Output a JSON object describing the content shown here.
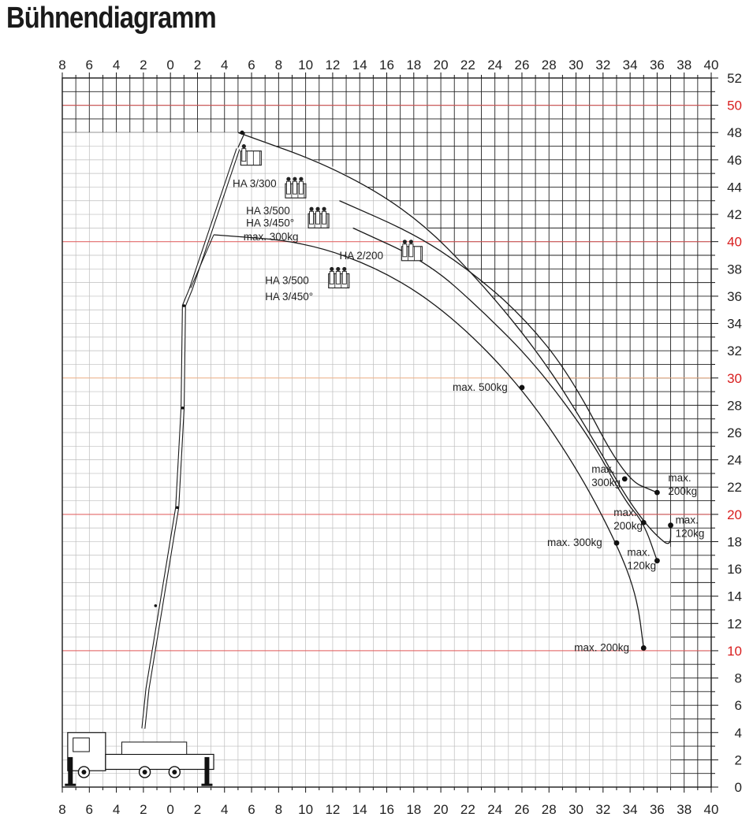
{
  "title": "Bühnendiagramm",
  "axes": {
    "x_ticks": [
      "8",
      "6",
      "4",
      "2",
      "0",
      "2",
      "4",
      "6",
      "8",
      "10",
      "12",
      "14",
      "16",
      "18",
      "20",
      "22",
      "24",
      "26",
      "28",
      "30",
      "32",
      "34",
      "36",
      "38",
      "40"
    ],
    "x_values": [
      -8,
      -6,
      -4,
      -2,
      0,
      2,
      4,
      6,
      8,
      10,
      12,
      14,
      16,
      18,
      20,
      22,
      24,
      26,
      28,
      30,
      32,
      34,
      36,
      38,
      40
    ],
    "y_ticks": [
      0,
      2,
      4,
      6,
      8,
      10,
      12,
      14,
      16,
      18,
      20,
      22,
      24,
      26,
      28,
      30,
      32,
      34,
      36,
      38,
      40,
      42,
      44,
      46,
      48,
      50,
      52
    ],
    "y_highlight": [
      10,
      20,
      30,
      40,
      50
    ],
    "highlight_color": "#d81e1e",
    "xlim": [
      -8,
      40
    ],
    "ylim": [
      0,
      52
    ]
  },
  "envelope_curves": [
    {
      "id": "outer",
      "points": [
        [
          5,
          48
        ],
        [
          12,
          45.5
        ],
        [
          18,
          42
        ],
        [
          23,
          37
        ],
        [
          27.5,
          31.5
        ],
        [
          31,
          26
        ],
        [
          33.5,
          21.6
        ],
        [
          35,
          19.5
        ],
        [
          36,
          18.4
        ],
        [
          37,
          17.6
        ],
        [
          37,
          19.2
        ]
      ]
    },
    {
      "id": "second",
      "points": [
        [
          12.5,
          43
        ],
        [
          18,
          40.6
        ],
        [
          22,
          38
        ],
        [
          26,
          34.6
        ],
        [
          29.6,
          30.2
        ],
        [
          33.6,
          22.6
        ],
        [
          36,
          21.6
        ]
      ]
    },
    {
      "id": "third",
      "points": [
        [
          13.5,
          41
        ],
        [
          19,
          38.5
        ],
        [
          23,
          35
        ],
        [
          27,
          31
        ],
        [
          31,
          25.7
        ],
        [
          33.6,
          21
        ],
        [
          35,
          19.4
        ],
        [
          36,
          16.6
        ]
      ]
    },
    {
      "id": "inner",
      "points": [
        [
          3.2,
          40.5
        ],
        [
          10,
          40
        ],
        [
          16,
          37.8
        ],
        [
          21,
          34.4
        ],
        [
          26,
          29.3
        ],
        [
          30,
          23.5
        ],
        [
          33,
          17.9
        ],
        [
          34.5,
          14
        ],
        [
          35,
          10.2
        ]
      ]
    }
  ],
  "load_points": [
    {
      "label": "max. 500kg",
      "x": 26,
      "y": 29.3
    },
    {
      "label": "max. 300kg",
      "x": 33,
      "y": 17.9
    },
    {
      "label": "max. 200kg",
      "x": 35,
      "y": 10.2
    },
    {
      "label": "max.\n300kg",
      "x": 33.6,
      "y": 22.6
    },
    {
      "label": "max.\n200kg",
      "x": 35,
      "y": 19.4
    },
    {
      "label": "max.\n120kg",
      "x": 36,
      "y": 16.6
    },
    {
      "label": "max.\n200kg",
      "x": 36,
      "y": 21.6
    },
    {
      "label": "max.\n120kg",
      "x": 37,
      "y": 19.2
    }
  ],
  "basket_labels": [
    {
      "text": "HA 3/300"
    },
    {
      "text": "HA 3/500"
    },
    {
      "text": "HA 3/450°"
    },
    {
      "text": "max. 300kg"
    },
    {
      "text": "HA 2/200"
    },
    {
      "text": "HA 3/500"
    },
    {
      "text": "HA 3/450°"
    }
  ]
}
